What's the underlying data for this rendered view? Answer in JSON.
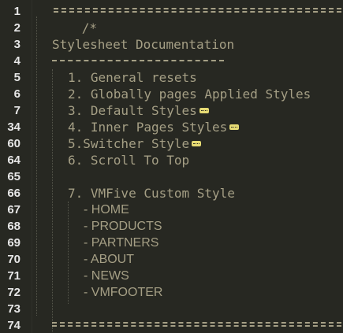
{
  "editor": {
    "line_numbers": [
      "1",
      "2",
      "3",
      "4",
      "5",
      "6",
      "7",
      "34",
      "60",
      "64",
      "65",
      "66",
      "67",
      "68",
      "69",
      "70",
      "71",
      "72",
      "73",
      "74"
    ],
    "comment_open": "/*",
    "doc_title": "Stylesheet Documentation",
    "items": [
      "1. General resets",
      "2. Globally pages Applied Styles",
      "3. Default Styles",
      "4. Inner Pages Styles",
      "5.Switcher Style",
      "6. Scroll To Top",
      "7. VMFive Custom Style"
    ],
    "subitems": [
      "- HOME",
      "- PRODUCTS",
      "- PARTNERS",
      "- ABOUT",
      "- NEWS",
      "- VMFOOTER"
    ],
    "colors": {
      "background": "#272822",
      "comment_text": "#a59f85",
      "line_number": "#e6e6e6",
      "fold_marker": "#e6db74"
    }
  }
}
